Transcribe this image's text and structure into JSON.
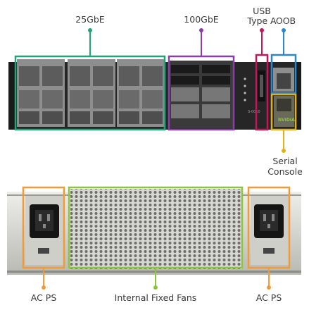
{
  "colors": {
    "ports_25g": "#20a47b",
    "ports_100g": "#8a3fa8",
    "usb": "#c0185a",
    "oob": "#2c88c8",
    "serial": "#e0b21a",
    "ac_ps": "#f29a38",
    "fans": "#8cc63f"
  },
  "labels": {
    "ports_25g": "25GbE",
    "ports_100g": "100GbE",
    "usb_line1": "USB",
    "usb_line2": "Type A",
    "oob": "OOB",
    "serial_line1": "Serial",
    "serial_line2": "Console",
    "ac_ps_left": "AC PS",
    "fans": "Internal Fixed Fans",
    "ac_ps_right": "AC PS"
  },
  "front_panel": {
    "status_id": "S-0010",
    "brand": "NVIDIA"
  }
}
